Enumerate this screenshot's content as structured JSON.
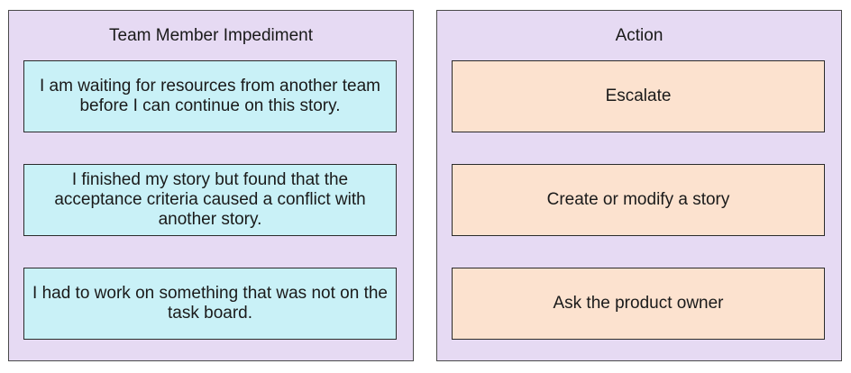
{
  "impediments": {
    "title": "Team Member Impediment",
    "items": [
      "I am waiting for resources from another team before I can continue on this story.",
      "I finished my story but found that the acceptance criteria caused a conflict with another story.",
      "I had to work on something that was not on the task board."
    ]
  },
  "actions": {
    "title": "Action",
    "items": [
      "Escalate",
      "Create or modify a story",
      "Ask the product owner"
    ]
  },
  "colors": {
    "panel_background": "#e6daf3",
    "impediment_box": "#c9f1f7",
    "action_box": "#fce2cf",
    "border": "#2b2b2b"
  }
}
